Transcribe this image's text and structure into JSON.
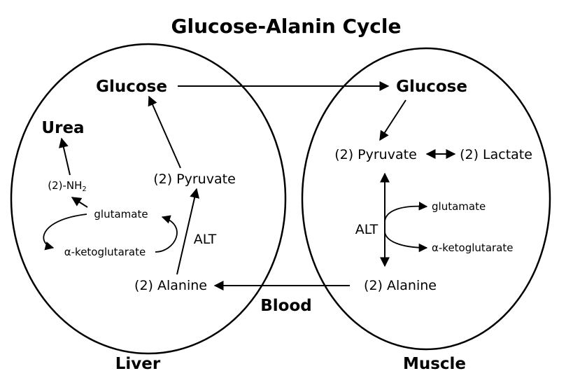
{
  "title": "Glucose-Alanin Cycle",
  "liver": {
    "label": "Liver",
    "glucose": "Glucose",
    "urea": "Urea",
    "nh2_prefix": "(2)-NH",
    "nh2_sub": "2",
    "pyruvate": "(2) Pyruvate",
    "glutamate": "glutamate",
    "ketoglutarate": "α-ketoglutarate",
    "alt": "ALT",
    "alanine": "(2) Alanine"
  },
  "muscle": {
    "label": "Muscle",
    "glucose": "Glucose",
    "pyruvate": "(2) Pyruvate",
    "lactate": "(2) Lactate",
    "alt": "ALT",
    "glutamate": "glutamate",
    "ketoglutarate": "α-ketoglutarate",
    "alanine": "(2) Alanine"
  },
  "blood": "Blood"
}
